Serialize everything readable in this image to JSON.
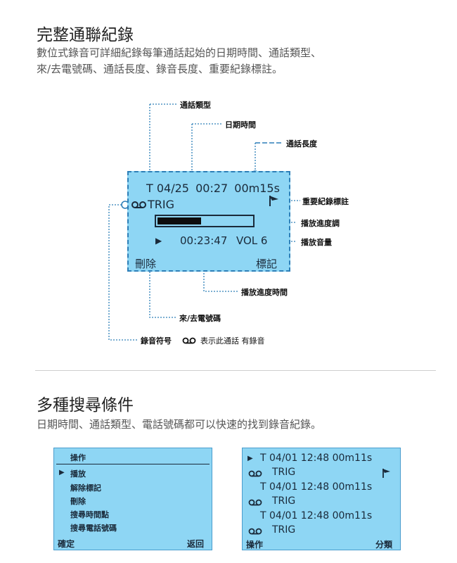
{
  "section1": {
    "title": "完整通聯紀錄",
    "desc_line1": "數位式錄音可詳細紀錄每筆通話起始的日期時間、通話類型、",
    "desc_line2": "來/去電號碼、通話長度、錄音長度、重要紀錄標註。"
  },
  "lcd": {
    "call_type": "T",
    "date": "04/25",
    "time": "00:27",
    "duration": "00m15s",
    "number": "TRIG",
    "play_arrow": "▶",
    "play_time": "00:23:47",
    "volume": "VOL 6",
    "progress": 0.46,
    "soft_left": "刪除",
    "soft_right": "標記"
  },
  "callouts": {
    "call_type": "通話類型",
    "datetime": "日期時間",
    "duration": "通話長度",
    "important_mark": "重要紀錄標註",
    "progress_bar": "播放進度調",
    "volume": "播放音量",
    "play_time": "播放進度時間",
    "number": "來/去電號碼",
    "rec_symbol": "錄音符号",
    "rec_symbol_desc": "表示此通話 有錄音"
  },
  "section2": {
    "title": "多種搜尋條件",
    "desc": "日期時間、通話類型、電話號碼都可以快速的找到錄音紀錄。"
  },
  "menu_screen": {
    "header": "操作",
    "selected_marker": "▶",
    "items": [
      "播放",
      "解除標記",
      "刪除",
      "搜尋時間點",
      "搜尋電話號碼"
    ],
    "soft_left": "確定",
    "soft_right": "返回"
  },
  "search_screen": {
    "records": [
      {
        "marker": "▶",
        "entry": "T 04/01 12:48 00m11s",
        "number": "TRIG",
        "flag": true
      },
      {
        "marker": "",
        "entry": "T 04/01 12:48 00m11s",
        "number": "TRIG",
        "flag": false
      },
      {
        "marker": "",
        "entry": "T 04/01 12:48 00m11s",
        "number": "TRIG",
        "flag": false
      }
    ],
    "soft_left": "操作",
    "soft_right": "分類"
  },
  "icons": {
    "recording": "recording-icon",
    "flag": "flag-icon",
    "play": "play-icon"
  },
  "colors": {
    "lcd_bg": "#8ed6f4",
    "lcd_border": "#2d7fb8",
    "callout_line": "#2d7fb8",
    "text_dark": "#1a2a3a"
  }
}
